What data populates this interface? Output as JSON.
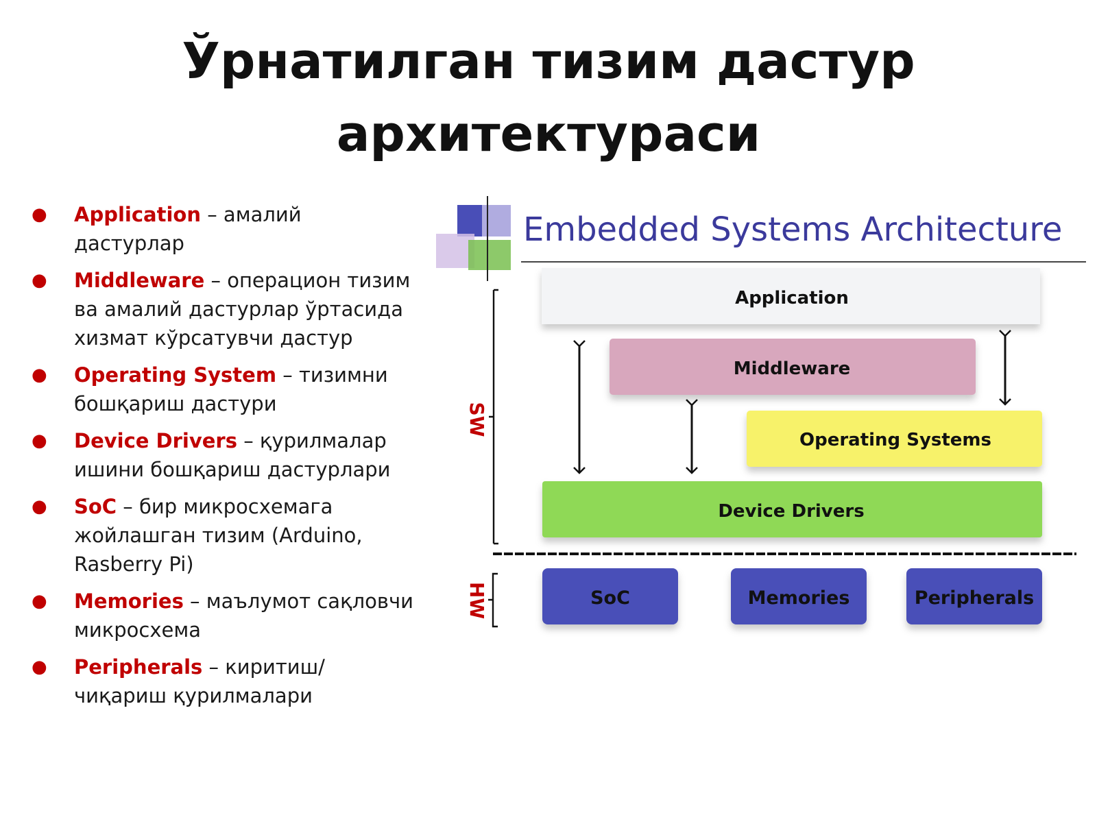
{
  "slide": {
    "title_line1": "Ўрнатилган тизим дастур",
    "title_line2": "архитектураси"
  },
  "bullets": [
    {
      "term": "Application",
      "text": " – амалий дастурлар"
    },
    {
      "term": "Middleware",
      "text": " – операцион тизим ва амалий дастурлар ўртасида хизмат кўрсатувчи дастур"
    },
    {
      "term": "Operating System",
      "text": " – тизимни бошқариш дастури"
    },
    {
      "term": "Device Drivers",
      "text": " – қурилмалар ишини бошқариш дастурлари"
    },
    {
      "term": "SoC",
      "text": " – бир микросхемага жойлашган тизим (Arduino, Rasberry Pi)"
    },
    {
      "term": "Memories",
      "text": " – маълумот сақловчи микросхема"
    },
    {
      "term": "Peripherals",
      "text": " – киритиш/чиқариш қурилмалари"
    }
  ],
  "diagram": {
    "title": "Embedded Systems Architecture",
    "sw_label": "SW",
    "hw_label": "HW",
    "layers": {
      "application": "Application",
      "middleware": "Middleware",
      "operating_systems": "Operating Systems",
      "device_drivers": "Device Drivers"
    },
    "hardware": {
      "soc": "SoC",
      "memories": "Memories",
      "peripherals": "Peripherals"
    },
    "colors": {
      "application": "#f3f4f6",
      "middleware": "#d8a7bd",
      "operating_systems": "#f7f26a",
      "device_drivers": "#8fd957",
      "hardware": "#4a4fb8",
      "title": "#3b3a9c",
      "sw_hw_label": "#c00000"
    }
  }
}
